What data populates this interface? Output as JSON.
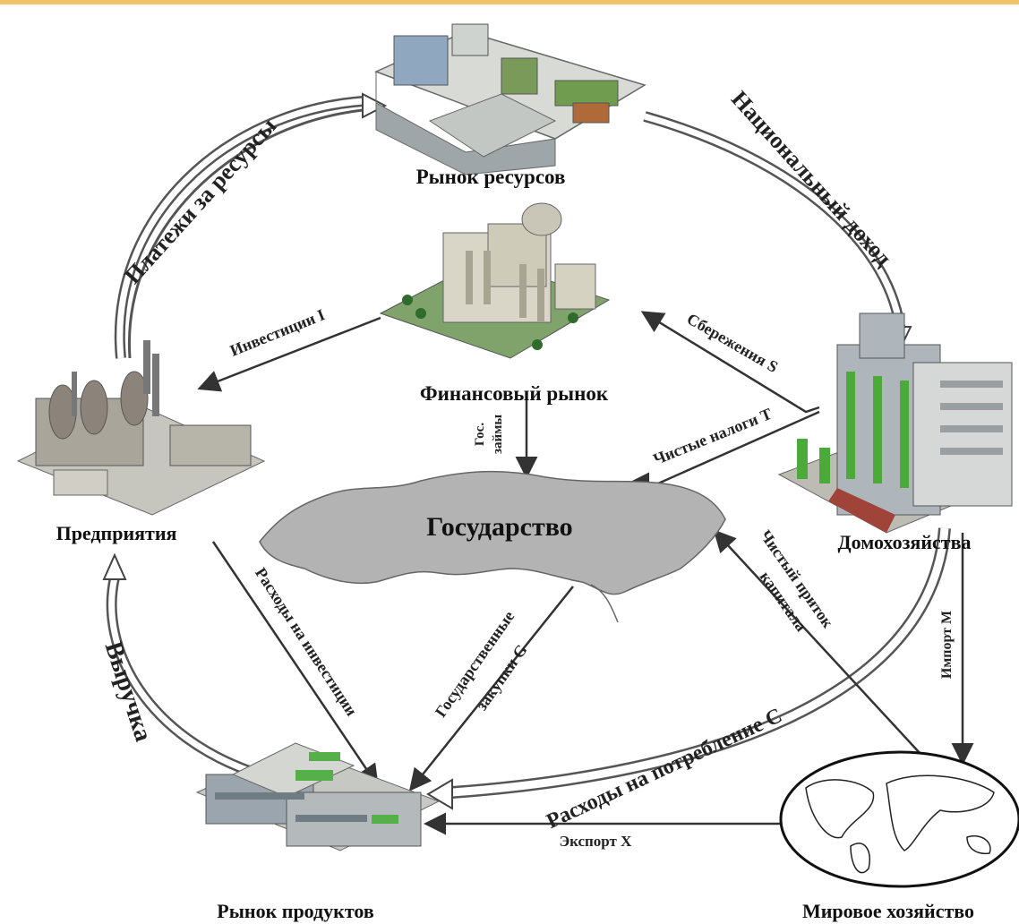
{
  "colors": {
    "top_bar": "#f2c46a",
    "ink": "#222222",
    "building": "#c9ccc7",
    "green": "#4a9a3a",
    "map_fill": "#b5b5b5"
  },
  "nodes": {
    "resource_market": "Рынок ресурсов",
    "financial_market": "Финансовый рынок",
    "enterprises": "Предприятия",
    "households": "Домохозяйства",
    "state": "Государство",
    "product_market": "Рынок продуктов",
    "world_economy": "Мировое хозяйство"
  },
  "flows": {
    "resource_payments": "Платежи за ресурсы",
    "national_income": "Национальный доход",
    "investment": "Инвестиции I",
    "savings": "Сбережения S",
    "net_taxes": "Чистые налоги T",
    "gov_loans_1": "Гос.",
    "gov_loans_2": "займы",
    "investment_spending": "Расходы на инвестиции",
    "gov_purchases_1": "Государственные",
    "gov_purchases_2": "закупки G",
    "net_capital_1": "Чистый приток",
    "net_capital_2": "капитала",
    "imports": "Импорт M",
    "revenue": "Выручка",
    "consumption": "Расходы на потребление C",
    "exports": "Экспорт X"
  }
}
